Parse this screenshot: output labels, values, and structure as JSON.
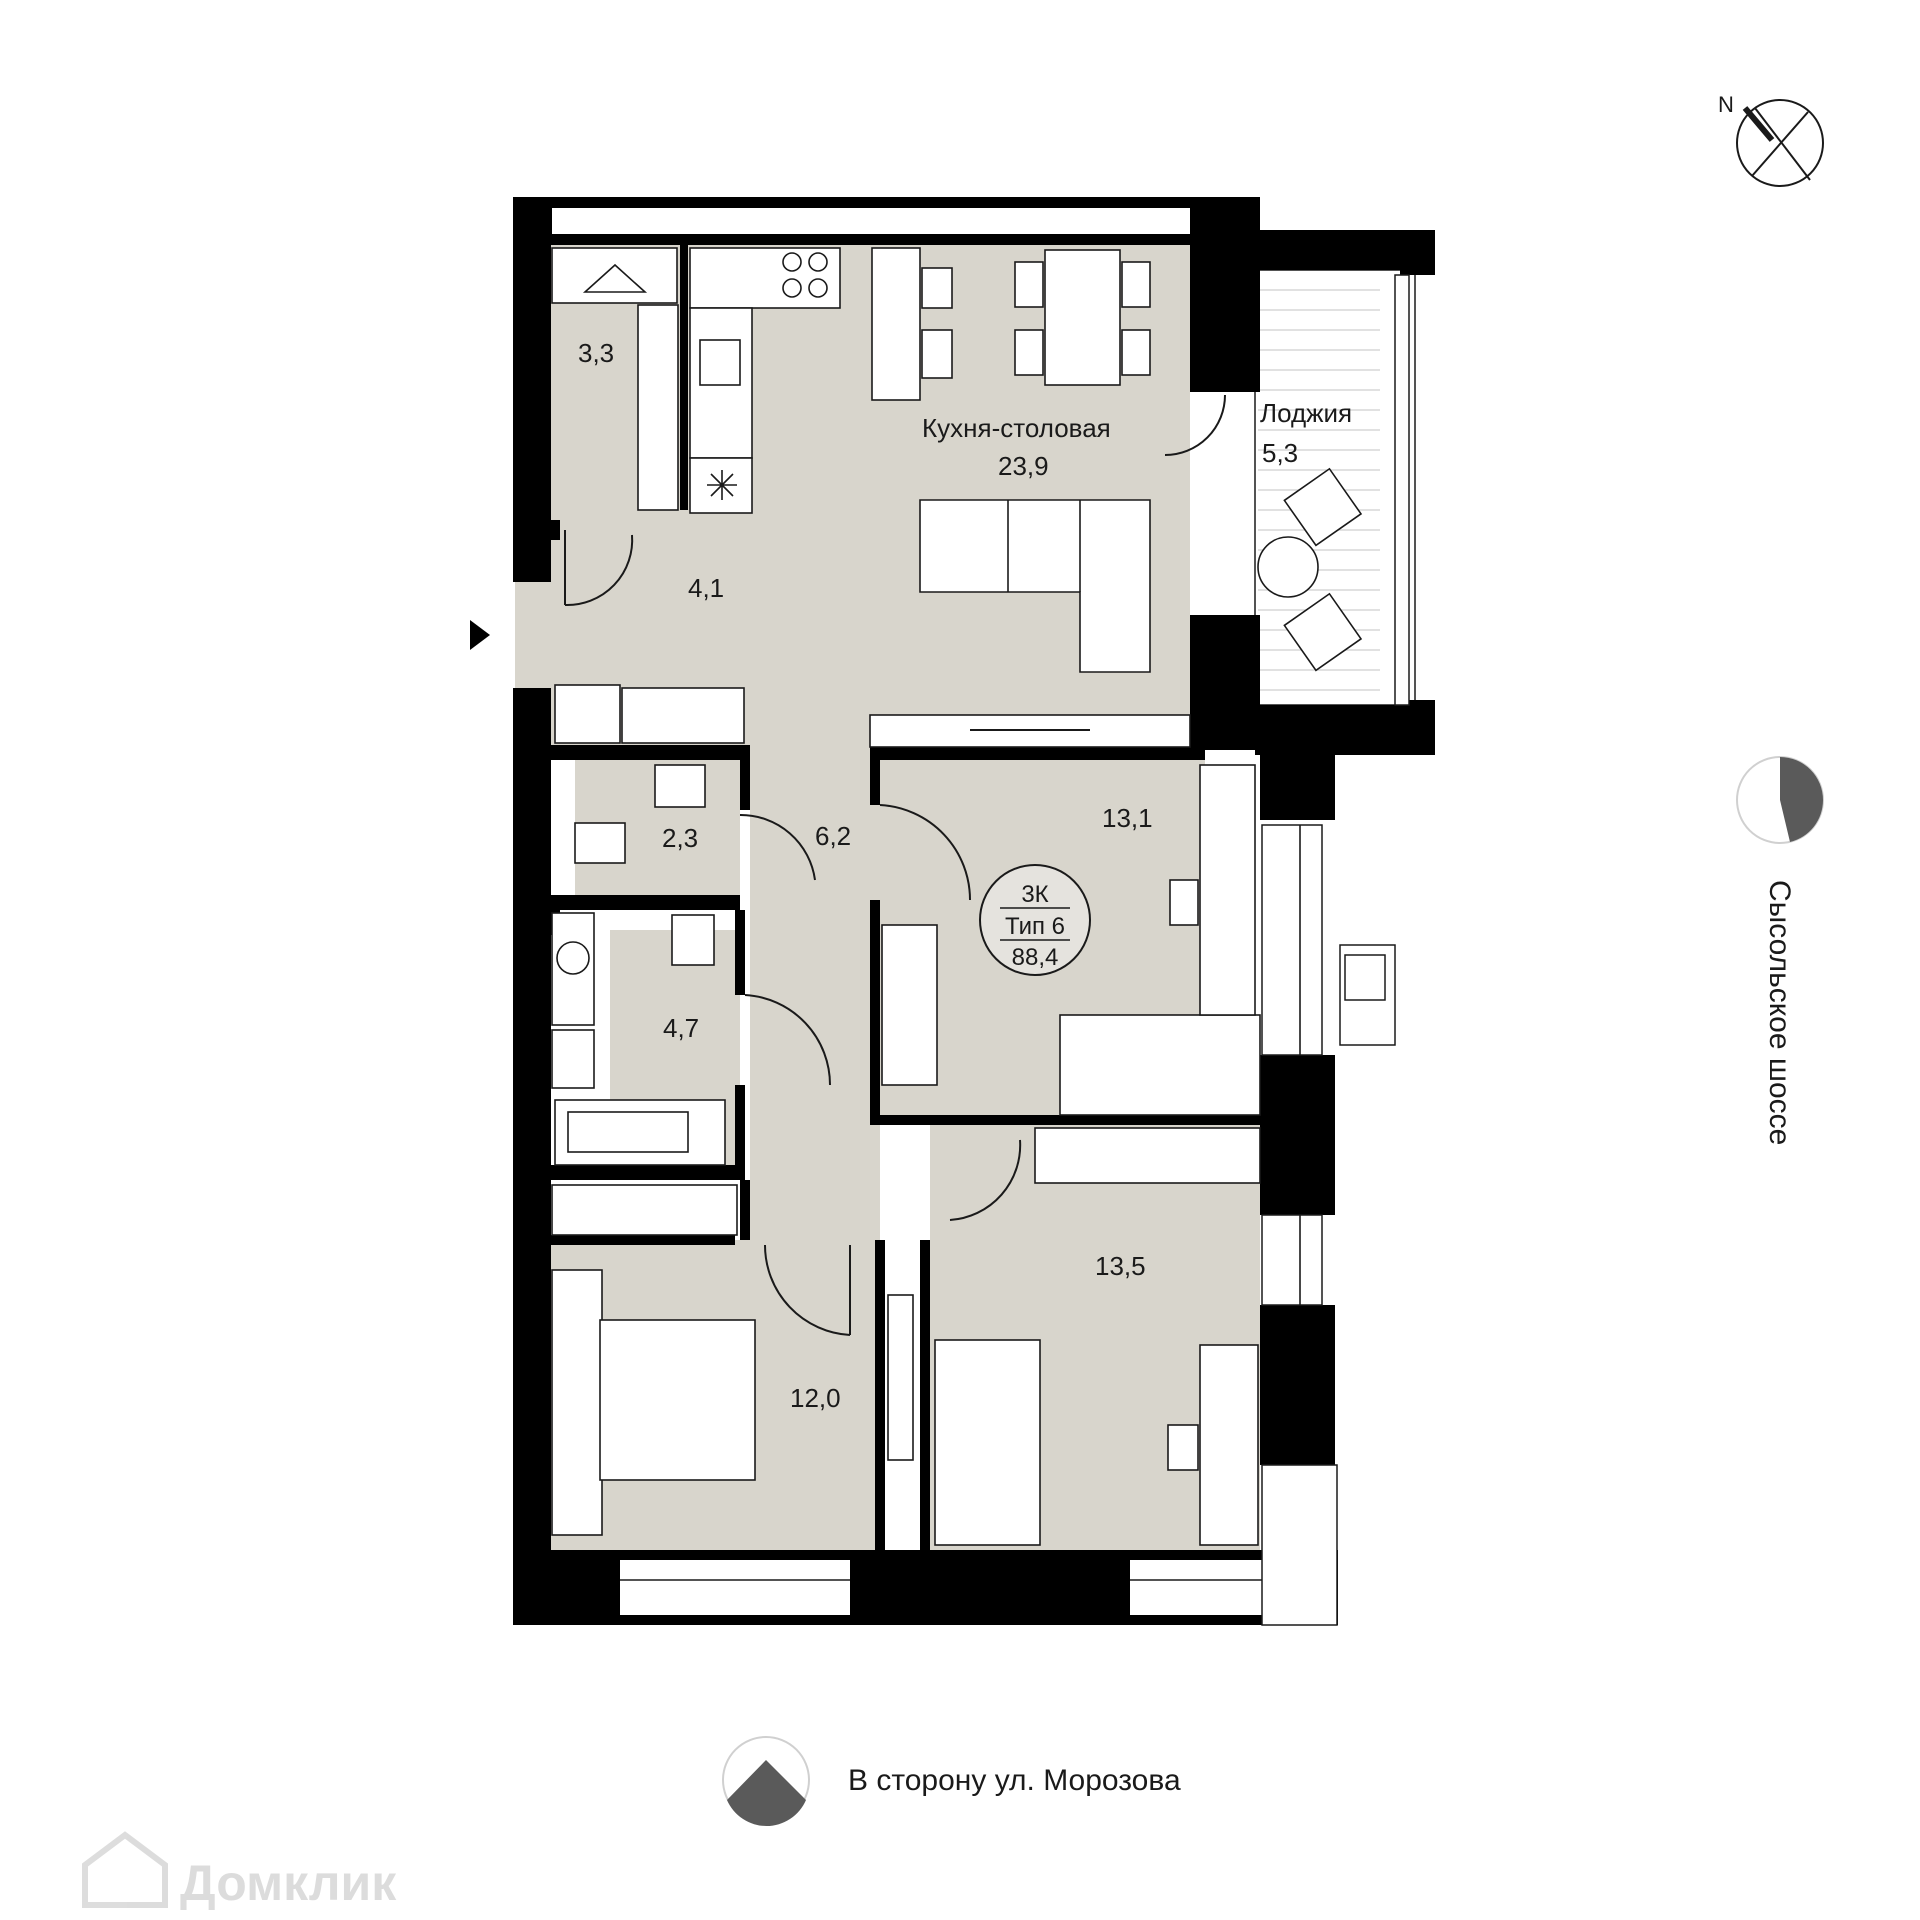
{
  "compass": {
    "north_label": "N"
  },
  "street_right": {
    "label": "Сысольское шоссе",
    "icon": "sun-orientation-icon"
  },
  "street_bottom": {
    "label": "В сторону ул. Морозова",
    "icon": "sun-orientation-icon"
  },
  "watermark": {
    "text": "Домклик"
  },
  "apartment": {
    "type": "3К",
    "plan_type": "Тип 6",
    "total_area": "88,4"
  },
  "rooms": {
    "kitchen": {
      "name": "Кухня-столовая",
      "area": "23,9"
    },
    "loggia": {
      "name": "Лоджия",
      "area": "5,3"
    },
    "wardrobe": {
      "area": "3,3"
    },
    "hall": {
      "area": "4,1"
    },
    "corridor": {
      "area": "6,2"
    },
    "toilet": {
      "area": "2,3"
    },
    "bathroom": {
      "area": "4,7"
    },
    "bedroom_top": {
      "area": "13,1"
    },
    "bedroom_bottom_left": {
      "area": "12,0"
    },
    "bedroom_bottom_right": {
      "area": "13,5"
    }
  },
  "colors": {
    "wall": "#000000",
    "floor": "#d8d5cc",
    "furniture": "#ffffff",
    "sun_dark": "#5a5a5a"
  }
}
